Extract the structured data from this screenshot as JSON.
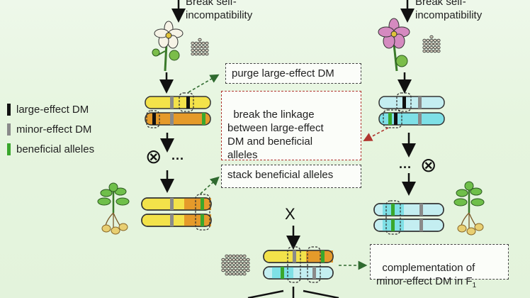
{
  "top_left_label": "Break self-\nincompatibility",
  "top_right_label": "Break self-\nincompatibility",
  "boxes": {
    "purge": "purge large-effect DM",
    "break_linkage": "break the linkage\nbetween large-effect\nDM and beneficial\nalleles",
    "stack": "stack beneficial alleles",
    "complementation_prefix": "complementation of\nminor-effect DM in F",
    "complementation_sub": "1"
  },
  "legend": [
    {
      "label": "large-effect DM",
      "color": "#111111"
    },
    {
      "label": "minor-effect DM",
      "color": "#8a8a8a"
    },
    {
      "label": "beneficial alleles",
      "color": "#3aa72c"
    }
  ],
  "symbols": {
    "self_cross": "⊗",
    "ellipsis": "···",
    "cross": "X"
  },
  "colors": {
    "yellow": "#f3e24a",
    "orange": "#e59a2a",
    "light_cyan": "#c4eef1",
    "cyan": "#7ee0e6",
    "green": "#3aa72c",
    "grey": "#8a8a8a",
    "black": "#111111",
    "red_arrow": "#b0362f"
  }
}
